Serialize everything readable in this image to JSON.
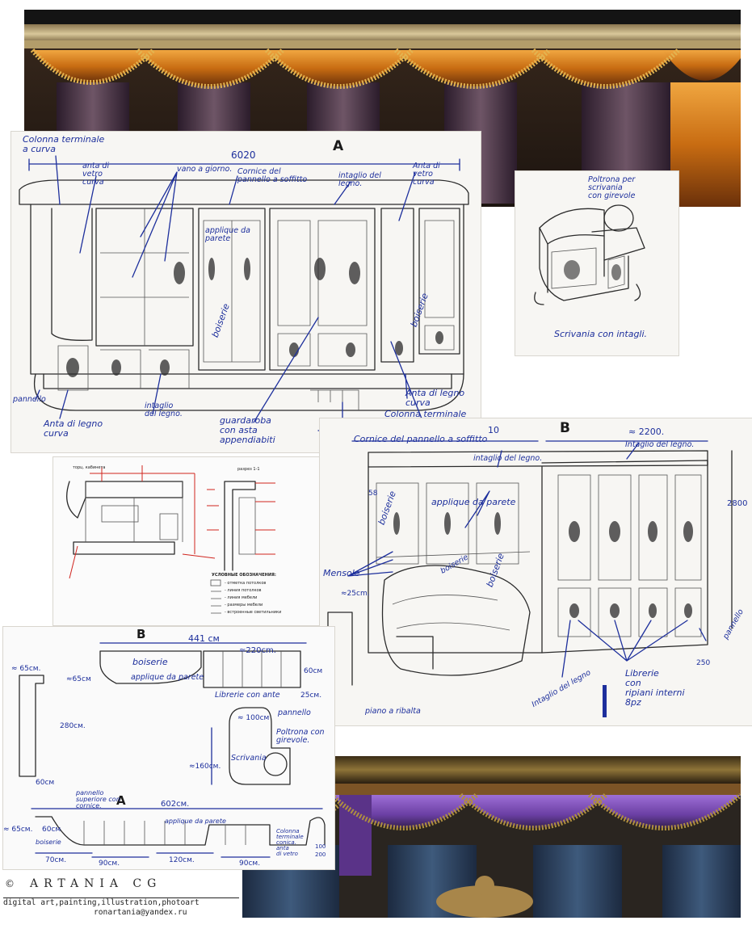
{
  "drawing_a": {
    "letter": "A",
    "width_dim": "6020",
    "labels": {
      "colonna_curva_top": "Colonna terminale\na curva",
      "anta_vetro_left": "anta di\nvetro\ncurva",
      "vano_giorno": "vano a giorno.",
      "cornice": "Cornice del\npannello a soffitto",
      "intaglio_top": "intaglio del\nlegno.",
      "anta_vetro_right": "Anta di\nvetro\ncurva",
      "applique": "applique da\nparete",
      "boiserie_center": "boiserie",
      "boiserie_right": "boiserie",
      "pannello": "pannello",
      "anta_legno_left": "Anta di legno\ncurva",
      "intaglio_bottom": "intaglio\ndel legno.",
      "guardaroba": "guardaroba\ncon asta\nappendiabiti",
      "anta_legno_right": "Anta di legno\ncurva",
      "colonna_curva_bottom": "Colonna terminale\na curva."
    }
  },
  "chair_sketch": {
    "label_top": "Poltrona per\nscrivania\ncon girevole",
    "label_bottom": "Scrivania con intagli."
  },
  "drawing_b": {
    "letter": "B",
    "dims": {
      "width_partial": "10",
      "width_main": "≈ 2200.",
      "height": "2800",
      "side_58": "58",
      "depth_25": "≈25cm.",
      "base_250": "250"
    },
    "labels": {
      "cornice": "Cornice del pannello a soffitto",
      "intaglio_top_left": "intaglio del legno.",
      "intaglio_top_right": "Intaglio del legno.",
      "boiserie_left": "boiserie",
      "applique": "applique da parete",
      "boiserie_mid": "boiserie",
      "boiserie_right": "boiserie",
      "mensole": "Mensole",
      "pannello": "pannello",
      "piano": "piano a ribalta",
      "intaglio_bottom": "Intaglio del legno",
      "librerie": "Librerie\ncon\nripiani interni\n8pz"
    }
  },
  "russian_plan": {
    "legend_title": "УСЛОВНЫЕ ОБОЗНАЧЕНИЯ:",
    "legend": [
      "- отметка потолков",
      "- линия потолков",
      "- линия мебели",
      "- размеры мебели",
      "- встроенные светильники"
    ],
    "section_label": "разрез 1-1",
    "room_label": "торц. кабинета"
  },
  "plan_b": {
    "letter": "B",
    "dims": {
      "total": "441 cм",
      "cabinet": "≈220cm.",
      "h60": "60cм",
      "d25": "25cм.",
      "h65a": "≈ 65cм.",
      "h65b": "≈65cм",
      "h280": "280cм.",
      "w60": "60cм",
      "w100": "≈ 100cм",
      "h160": "≈160cм."
    },
    "labels": {
      "boiserie": "boiserie",
      "applique": "applique da parete",
      "librerie": "Librerie con ante",
      "pannello": "pannello",
      "poltrona": "Poltrona con\ngirevole.",
      "scrivania": "Scrivania"
    }
  },
  "plan_a": {
    "letter": "A",
    "dims": {
      "total": "602cм.",
      "h65": "≈ 65cм.",
      "h60": "60cм",
      "w70": "70cм.",
      "w90a": "90cм.",
      "w120": "120cм.",
      "w90b": "90cм.",
      "w100": "100",
      "w200": "200"
    },
    "labels": {
      "pannello_soffitto": "pannello\nsuperiore con\ncornice.",
      "applique": "applique da parete",
      "boiserie": "boiserie",
      "colonna": "Colonna\nterminale\nconica.\nanta\ndi vetro"
    }
  },
  "footer": {
    "copyright": "©",
    "brand": "ARTANIA CG",
    "tagline": "digital art,painting,illustration,photoart",
    "email": "ronartania@yandex.ru"
  },
  "colors": {
    "ink": "#1d2f9c",
    "red": "#d0241e",
    "curtain_gold": "#c9781a",
    "curtain_purple": "#6d3fa3"
  }
}
